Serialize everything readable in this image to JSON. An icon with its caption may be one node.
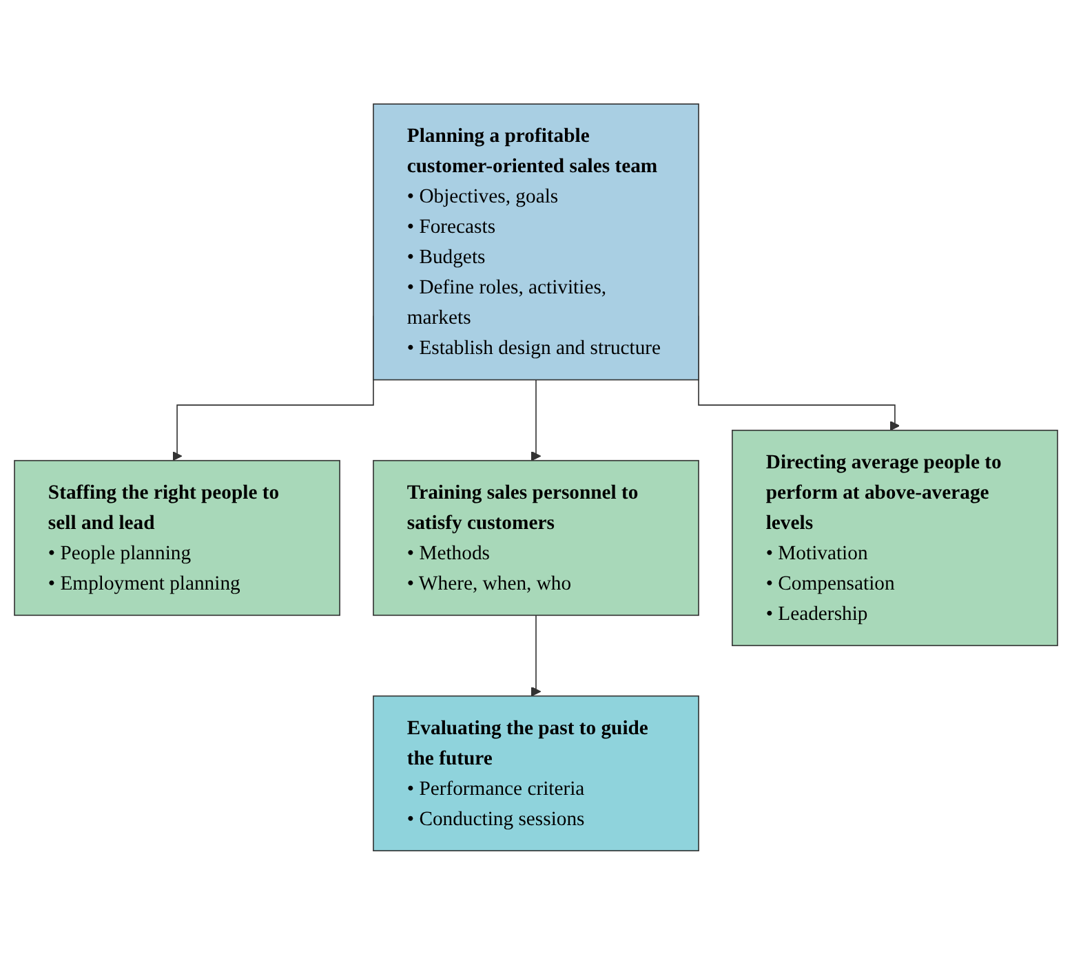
{
  "diagram": {
    "nodes": [
      {
        "text": [
          "Planning a profitable customer-oriented sales team",
          "• Objectives, goals",
          "• Forecasts",
          "• Budgets",
          "• Define roles, activities, markets",
          "• Establish design and structure"
        ]
      },
      {
        "text": [
          "Staffing the right people to sell and lead",
          "• People planning",
          "• Employment planning"
        ]
      },
      {
        "text": [
          "Training sales personnel to satisfy customers",
          "• Methods",
          "• Where, when, who"
        ]
      },
      {
        "text": [
          "Directing average people to perform at above-average levels",
          "• Motivation",
          "• Compensation",
          "• Leadership"
        ]
      },
      {
        "text": [
          "Evaluating the past to guide the future",
          "• Performance criteria",
          "• Conducting sessions"
        ]
      }
    ],
    "edges": [
      {
        "from": 0,
        "to": 1,
        "arrow": "to"
      },
      {
        "from": 0,
        "to": 2,
        "arrow": "to"
      },
      {
        "from": 0,
        "to": 3,
        "arrow": "to"
      },
      {
        "from": 2,
        "to": 4,
        "arrow": "to"
      }
    ]
  }
}
